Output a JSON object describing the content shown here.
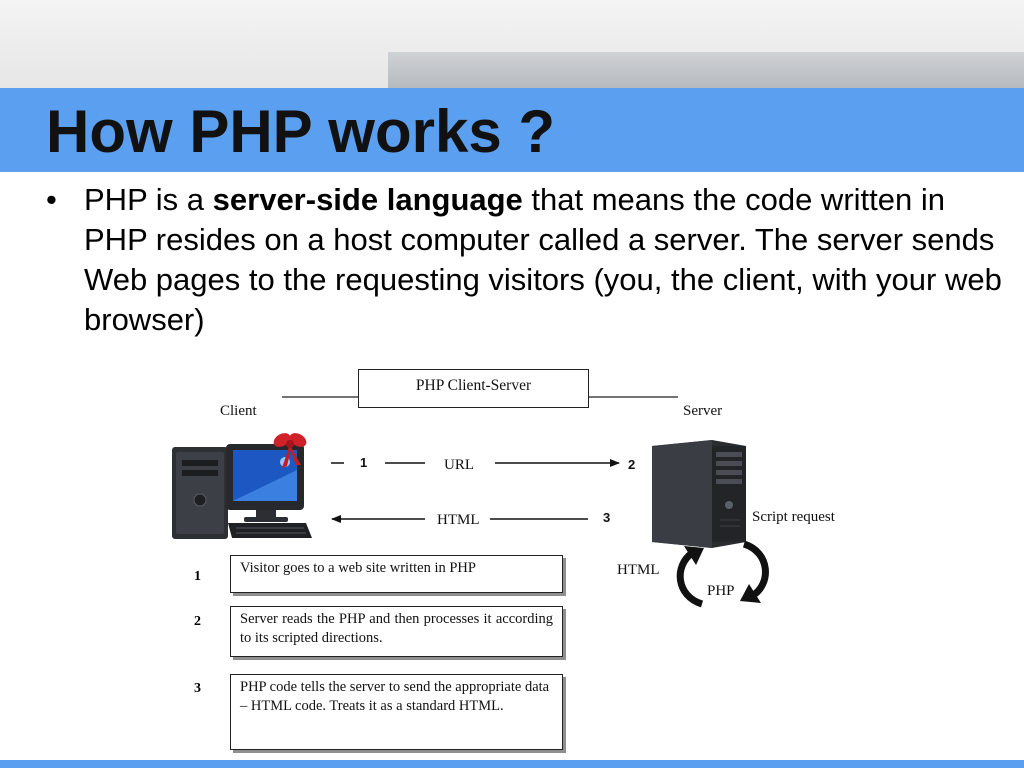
{
  "slide": {
    "title": "How PHP works ?",
    "bullet": {
      "marker": "•",
      "before": "PHP is a ",
      "bold": "server-side language",
      "after": " that means the code written in PHP resides on a host computer called a server. The server sends Web pages to the requesting visitors (you, the client, with your web browser)"
    }
  },
  "diagram": {
    "header": "PHP Client-Server",
    "client_label": "Client",
    "server_label": "Server",
    "arrows": {
      "step1": "1",
      "url": "URL",
      "step2": "2",
      "html": "HTML",
      "step3": "3",
      "script_request": "Script request",
      "html_cycle": "HTML",
      "php_cycle": "PHP"
    },
    "steps": [
      {
        "number": "1",
        "text": "Visitor goes to a web site written in PHP"
      },
      {
        "number": "2",
        "text": "Server reads the PHP and then processes it according to its scripted directions."
      },
      {
        "number": "3",
        "text": "PHP code tells the server to send the appropriate data – HTML code. Treats it as a standard HTML."
      }
    ]
  },
  "colors": {
    "accent_blue": "#5b9ff0",
    "gift_bow": "#d0202a"
  },
  "icons": [
    "desktop-computer-icon",
    "gift-bow-icon",
    "server-tower-icon",
    "cycle-arrows-icon"
  ]
}
